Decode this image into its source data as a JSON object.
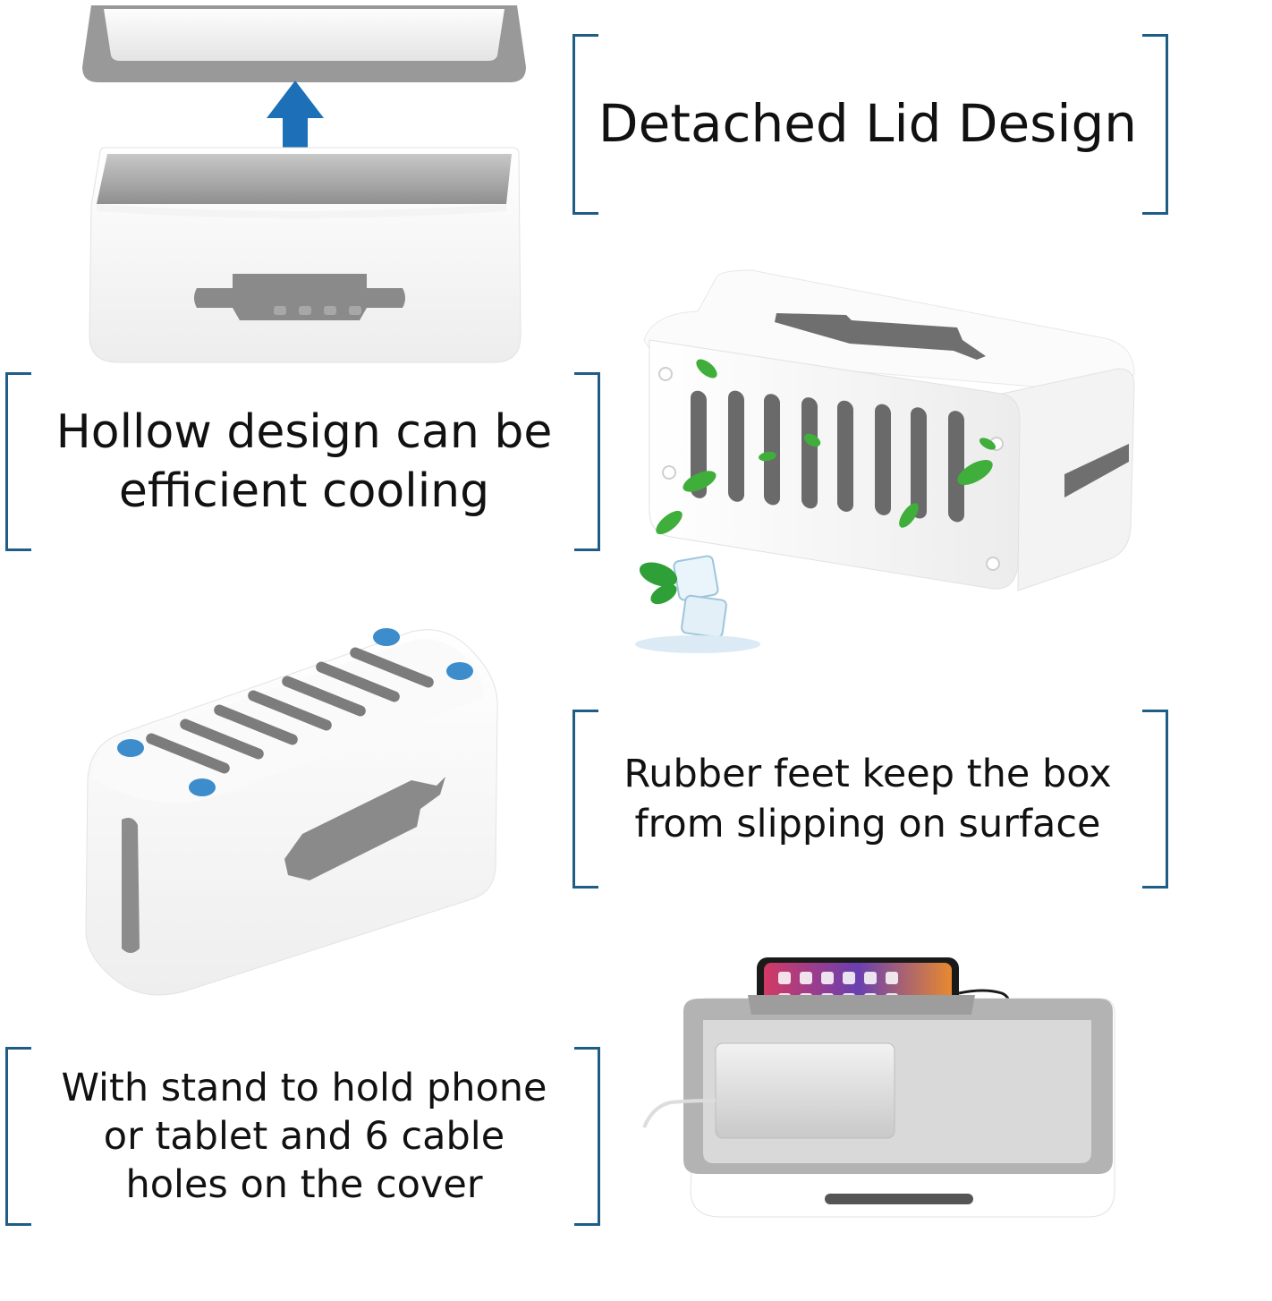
{
  "captions": {
    "lid": "Detached Lid Design",
    "cooling": "Hollow design can be\nefficient cooling",
    "feet": "Rubber feet keep the box\nfrom slipping on surface",
    "stand": "With stand to hold phone\nor tablet and 6 cable\nholes on the cover"
  },
  "colors": {
    "bracket": "#1f5d86",
    "arrow": "#1d6fb8",
    "rubber_feet": "#3d8ccb",
    "box_white": "#ffffff",
    "box_gray": "#8e8e8e",
    "leaf_green": "#3fae3a"
  },
  "icons": [
    "double-arrow-icon",
    "mint-leaf-icon",
    "ice-cube-icon"
  ]
}
